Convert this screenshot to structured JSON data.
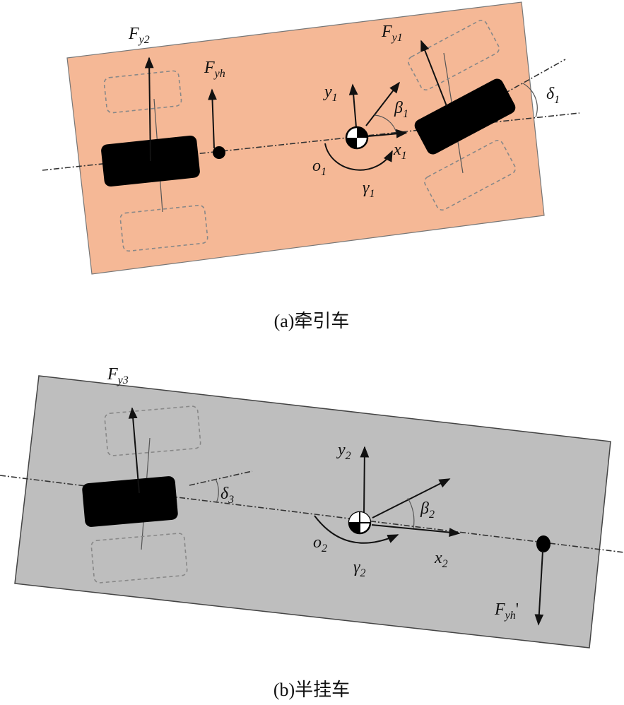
{
  "figure": {
    "tractor": {
      "caption": "(a)牵引车",
      "color": "#F5B896",
      "labels": {
        "fy2": {
          "main": "F",
          "sub": "y2"
        },
        "fyh": {
          "main": "F",
          "sub": "yh"
        },
        "fy1": {
          "main": "F",
          "sub": "y1"
        },
        "y1": {
          "main": "y",
          "sub": "1"
        },
        "x1": {
          "main": "x",
          "sub": "1"
        },
        "beta1": {
          "main": "β",
          "sub": "1"
        },
        "o1": {
          "main": "o",
          "sub": "1"
        },
        "gamma1": {
          "main": "γ",
          "sub": "1"
        },
        "delta1": {
          "main": "δ",
          "sub": "1"
        }
      }
    },
    "trailer": {
      "caption": "(b)半挂车",
      "color": "#BEBEBE",
      "labels": {
        "fy3": {
          "main": "F",
          "sub": "y3"
        },
        "delta3": {
          "main": "δ",
          "sub": "3"
        },
        "y2": {
          "main": "y",
          "sub": "2"
        },
        "x2": {
          "main": "x",
          "sub": "2"
        },
        "beta2": {
          "main": "β",
          "sub": "2"
        },
        "o2": {
          "main": "o",
          "sub": "2"
        },
        "gamma2": {
          "main": "γ",
          "sub": "2"
        },
        "fyh_prime": {
          "main": "F",
          "sub": "yh",
          "suffix": "'"
        }
      }
    }
  }
}
